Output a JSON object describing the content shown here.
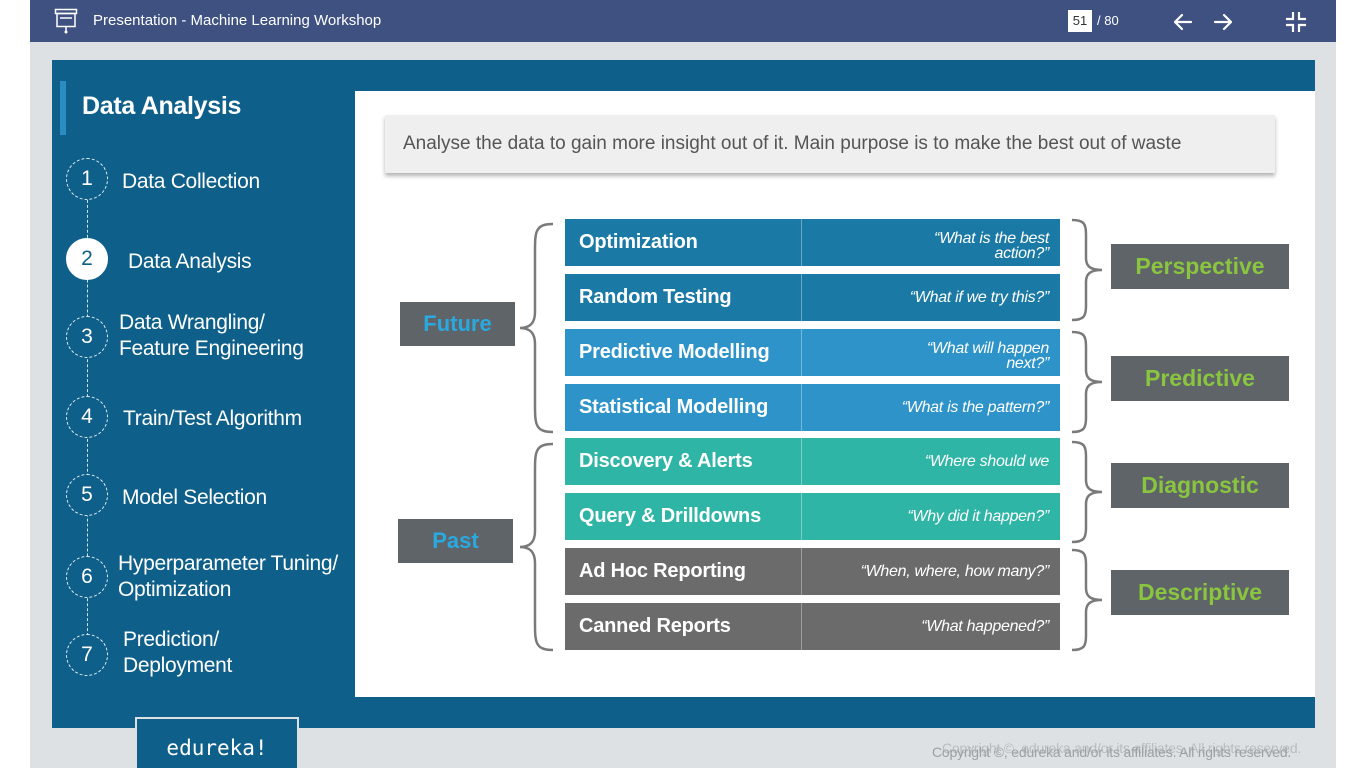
{
  "window": {
    "title": "Presentation - Machine Learning Workshop",
    "current_page": "51",
    "total_pages": "/ 80"
  },
  "slide": {
    "heading": "Data Analysis",
    "steps": [
      {
        "num": "1",
        "label": "Data Collection"
      },
      {
        "num": "2",
        "label": "Data Analysis",
        "active": true
      },
      {
        "num": "3",
        "label": "Data Wrangling/\nFeature Engineering"
      },
      {
        "num": "4",
        "label": "Train/Test Algorithm"
      },
      {
        "num": "5",
        "label": "Model Selection"
      },
      {
        "num": "6",
        "label": "Hyperparameter Tuning/\nOptimization"
      },
      {
        "num": "7",
        "label": "Prediction/\nDeployment"
      }
    ],
    "banner": "Analyse the data to gain more insight out of it. Main purpose is to make the best out of  waste",
    "rows": [
      {
        "name": "Optimization",
        "question": "“What is the best action?”",
        "color": "#1b7aa5"
      },
      {
        "name": "Random Testing",
        "question": "“What if we try this?”",
        "color": "#1b7aa5"
      },
      {
        "name": "Predictive Modelling",
        "question": "“What will happen next?”",
        "color": "#2d93c8"
      },
      {
        "name": "Statistical Modelling",
        "question": "“What is the pattern?”",
        "color": "#2d93c8"
      },
      {
        "name": "Discovery & Alerts",
        "question": "“Where should we",
        "color": "#2fb5a6"
      },
      {
        "name": "Query & Drilldowns",
        "question": "“Why did it happen?”",
        "color": "#2fb5a6"
      },
      {
        "name": "Ad Hoc Reporting",
        "question": "“When, where, how many?”",
        "color": "#6b6b6b"
      },
      {
        "name": "Canned Reports",
        "question": "“What happened?”",
        "color": "#6b6b6b"
      }
    ],
    "time_tags": {
      "future": "Future",
      "past": "Past"
    },
    "kinds": [
      "Perspective",
      "Predictive",
      "Diagnostic",
      "Descriptive"
    ],
    "logo": "edureka!",
    "copyright": "Copyright ©, edureka and/or its affiliates. All rights reserved."
  }
}
